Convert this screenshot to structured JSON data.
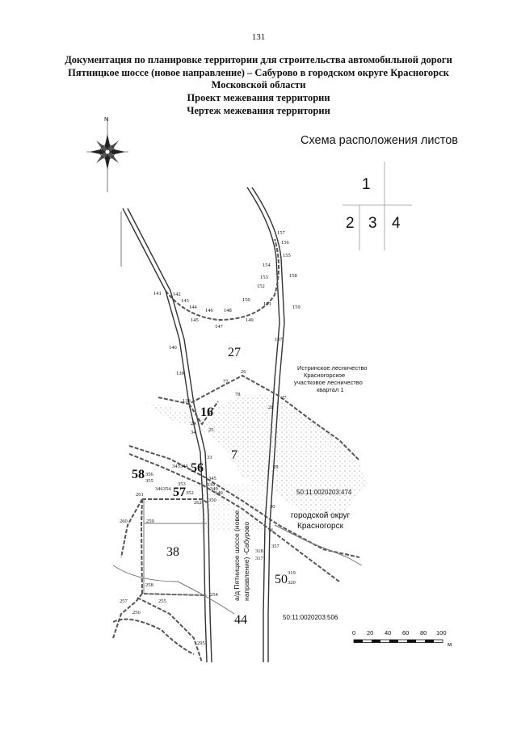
{
  "page_number": "131",
  "header": {
    "line1": "Документация по планировке территории для строительства автомобильной дороги",
    "line2": "Пятницкое шоссе (новое направление) – Сабурово в городском округе Красногорск",
    "line3": "Московской области",
    "line4": "Проект межевания территории",
    "line5": "Чертеж межевания территории"
  },
  "compass": {
    "north": "N"
  },
  "sheet_scheme": {
    "title": "Схема расположения листов",
    "sheets": [
      "1",
      "2",
      "3",
      "4"
    ]
  },
  "parcels": {
    "p27": "27",
    "p16": "16",
    "p7": "7",
    "p56": "56",
    "p58": "58",
    "p57": "57",
    "p38": "38",
    "p50": "50",
    "p44": "44"
  },
  "points": {
    "n157": "157",
    "n156": "156",
    "n155": "155",
    "n154": "154",
    "n153": "153",
    "n152": "152",
    "n158": "158",
    "n159": "159",
    "n151": "151",
    "n150": "150",
    "n149": "149",
    "n148": "148",
    "n147": "147",
    "n146": "146",
    "n145": "145",
    "n144": "144",
    "n143": "143",
    "n142": "142",
    "n141": "141",
    "n140": "140",
    "n139": "139",
    "n137": "137",
    "n138": "138",
    "n26": "26",
    "n27": "27",
    "n28": "28",
    "n77": "77",
    "n78": "78",
    "n29": "29",
    "n30": "30",
    "n31": "31",
    "n24": "24",
    "n25": "25",
    "n34": "34",
    "n33": "33",
    "n343344": "343344",
    "n356": "356",
    "n355": "355",
    "n353": "353",
    "n346354": "346354",
    "n352": "352",
    "n261": "261",
    "n345": "345",
    "n339": "339",
    "n349": "349",
    "n340": "340",
    "n262": "262",
    "n350": "350",
    "n259": "259",
    "n260": "260",
    "n258": "258",
    "n257": "257",
    "n256": "256",
    "n255": "255",
    "n254": "254",
    "n295": "295",
    "n318": "318",
    "n317": "317",
    "n357": "357",
    "n319": "319",
    "n320": "320"
  },
  "annotations": {
    "forestry": "Истринское лесничество Красногорское участковое лесничество квартал 1",
    "cad1": "50:11:0020203:474",
    "cad2": "50:11:0020203:506",
    "municipality": "городской округ Красногорск",
    "road_label": "а/д Пятницкое шоссе (новое направление) -Сабурово"
  },
  "scale_bar": {
    "ticks": [
      "0",
      "20",
      "40",
      "60",
      "80",
      "100"
    ],
    "unit": "м"
  }
}
